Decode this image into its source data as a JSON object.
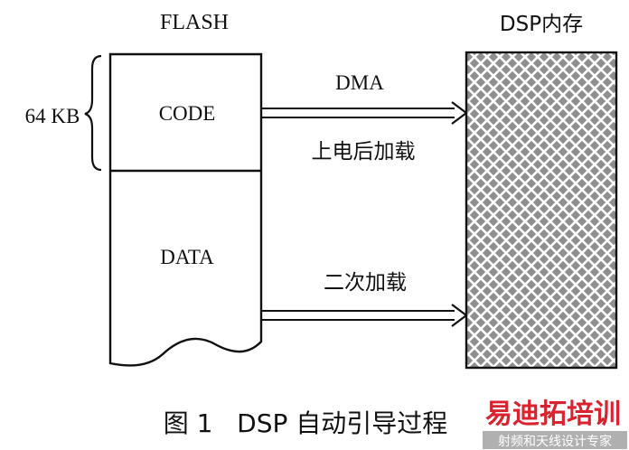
{
  "labels": {
    "flash_title": "FLASH",
    "dsp_title": "DSP内存",
    "size": "64 KB",
    "code": "CODE",
    "data": "DATA",
    "dma": "DMA",
    "boot_load": "上电后加载",
    "second_load": "二次加载"
  },
  "caption": "图 1   DSP 自动引导过程",
  "watermark": {
    "main": "易迪拓培训",
    "sub": "射频和天线设计专家"
  },
  "colors": {
    "ink": "#111111",
    "memory_fill": "#9a9a9a",
    "memory_pattern": "#ffffff",
    "watermark_red": "#d9232f",
    "watermark_band": "#b0b0b0"
  }
}
